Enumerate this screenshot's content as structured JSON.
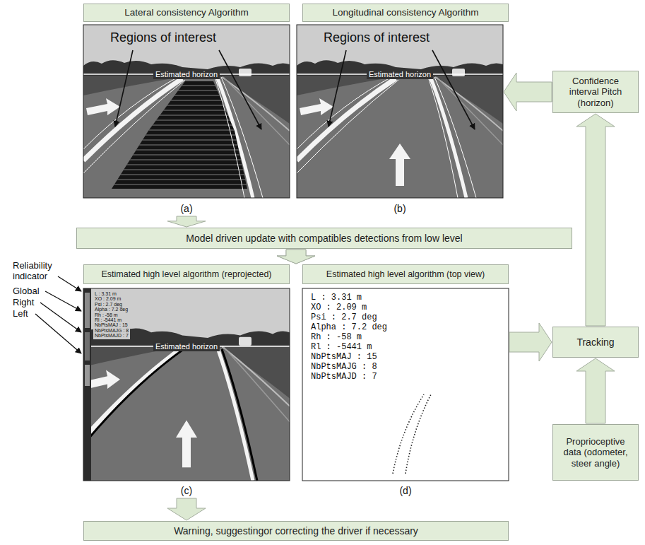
{
  "diagram": {
    "nodes": [
      {
        "text": [
          "Lateral consistency Algorithm"
        ]
      },
      {
        "text": [
          "Longitudinal consistency Algorithm"
        ]
      },
      {
        "text": [
          "Regions of interest",
          "Estimated horizon",
          "(a)"
        ]
      },
      {
        "text": [
          "Regions of interest",
          "Estimated horizon",
          "(b)"
        ]
      },
      {
        "text": [
          "Confidence interval Pitch (horizon)"
        ]
      },
      {
        "text": [
          "Model driven update with compatibles detections from low level"
        ]
      },
      {
        "text": [
          "Estimated high level algorithm (reprojected)"
        ]
      },
      {
        "text": [
          "Estimated high level algorithm (top view)"
        ]
      },
      {
        "text": [
          "L : 3.31 m",
          "XO : 2.09 m",
          "Psi : 2.7 deg",
          "Alpha : 7.2 deg",
          "Rh : -58 m",
          "Rl : -5441 m",
          "NbPtsMAJ : 15",
          "NbPtsMAJG : 8",
          "NbPtsMAJD : 7",
          "Estimated horizon",
          "(c)"
        ]
      },
      {
        "text": [
          "L : 3.31 m",
          "XO : 2.09 m",
          "Psi : 2.7 deg",
          "Alpha : 7.2 deg",
          "Rh : -58 m",
          "Rl : -5441 m",
          "NbPtsMAJ : 15",
          "NbPtsMAJG : 8",
          "NbPtsMAJD : 7",
          "(d)"
        ]
      },
      {
        "text": [
          "Tracking"
        ]
      },
      {
        "text": [
          "Proprioceptive data (odometer, steer angle)"
        ]
      },
      {
        "text": [
          "Warning, suggestingor correcting the driver if necessary"
        ]
      }
    ],
    "edges": [
      {
        "from": 2,
        "to": 5,
        "arrow": "to"
      },
      {
        "from": 4,
        "to": 3,
        "arrow": "to"
      },
      {
        "from": 5,
        "to": 6,
        "arrow": "to"
      },
      {
        "from": 5,
        "to": 7,
        "arrow": "to"
      },
      {
        "from": 8,
        "to": 12,
        "arrow": "to"
      },
      {
        "from": 9,
        "to": 10,
        "arrow": "to"
      },
      {
        "from": 10,
        "to": 4,
        "arrow": "to"
      },
      {
        "from": 11,
        "to": 10,
        "arrow": "to"
      }
    ],
    "labels": [
      "Reliability indicator",
      "Global",
      "Right",
      "Left"
    ]
  }
}
